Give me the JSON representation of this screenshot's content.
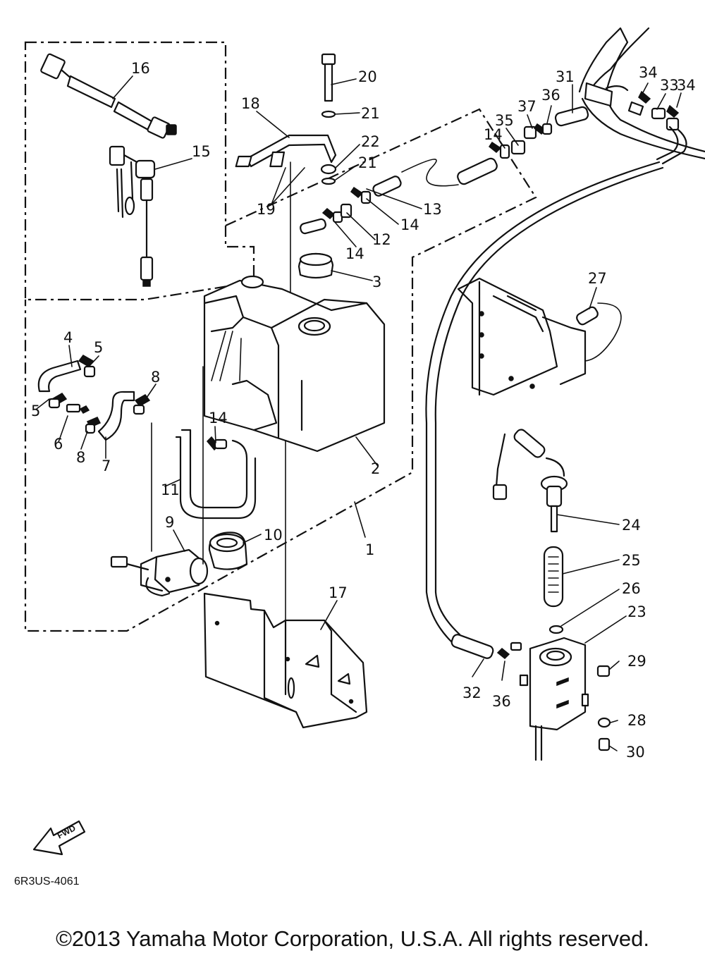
{
  "diagram": {
    "callouts": [
      "1",
      "2",
      "3",
      "4",
      "5",
      "5",
      "6",
      "7",
      "8",
      "8",
      "9",
      "10",
      "11",
      "12",
      "13",
      "14",
      "14",
      "14",
      "14",
      "15",
      "16",
      "17",
      "18",
      "19",
      "20",
      "21",
      "21",
      "22",
      "23",
      "24",
      "25",
      "26",
      "27",
      "28",
      "29",
      "30",
      "31",
      "32",
      "33",
      "34",
      "34",
      "35",
      "36",
      "36",
      "37"
    ],
    "diagram_code": "6R3US-4061",
    "fwd_label": "FWD"
  },
  "footer": {
    "copyright": "©2013 Yamaha Motor Corporation, U.S.A. All rights reserved."
  },
  "colors": {
    "ink": "#111111",
    "paper": "#ffffff"
  }
}
